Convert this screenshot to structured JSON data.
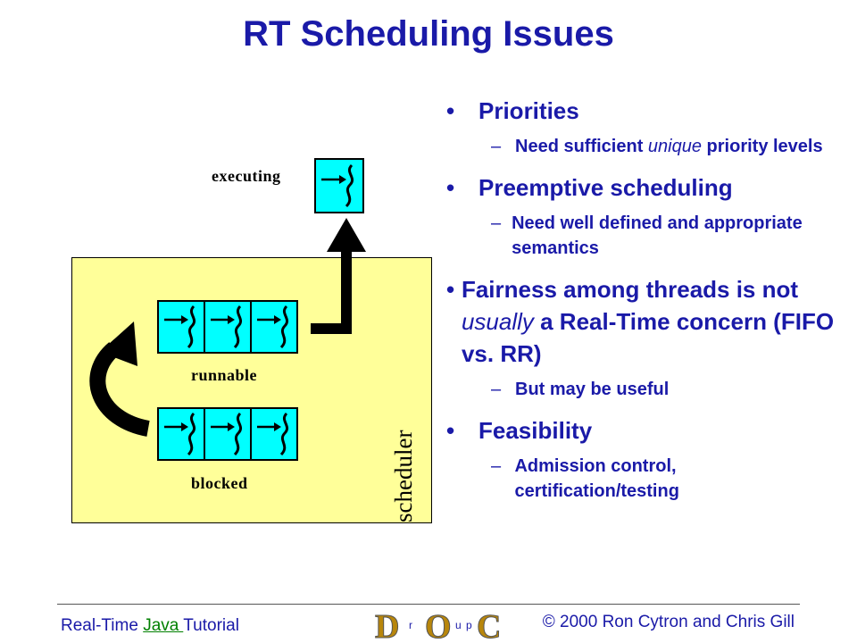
{
  "slide": {
    "title": "RT Scheduling Issues"
  },
  "diagram": {
    "executing_label": "executing",
    "runnable_label": "runnable",
    "blocked_label": "blocked",
    "scheduler_label": "scheduler",
    "colors": {
      "cell": "#00ffff",
      "box": "#ffff99",
      "arrow": "#000000"
    },
    "icon": "thread-squiggle-icon"
  },
  "bullets": [
    {
      "label": "Priorities",
      "subs": [
        {
          "pre": "Need sufficient ",
          "em": "unique",
          "post": " priority levels"
        }
      ]
    },
    {
      "label": "Preemptive scheduling",
      "subs": [
        {
          "pre": "Need well defined and appropriate semantics",
          "em": "",
          "post": ""
        }
      ]
    },
    {
      "label_pre": "Fairness among threads is not ",
      "label_em": "usually",
      "label_post": " a Real-Time concern (FIFO vs. RR)",
      "subs": [
        {
          "pre": "But may be useful",
          "em": "",
          "post": ""
        }
      ]
    },
    {
      "label": "Feasibility",
      "subs": [
        {
          "pre": "Admission control, certification/testing",
          "em": "",
          "post": ""
        }
      ]
    }
  ],
  "footer": {
    "left_pre": "Real-Time ",
    "left_link": "Java ",
    "left_post": "Tutorial",
    "copyright": "© 2000 Ron Cytron and Chris Gill",
    "logo_letters": [
      "D",
      "r",
      "O",
      "u",
      "p",
      "C"
    ]
  }
}
